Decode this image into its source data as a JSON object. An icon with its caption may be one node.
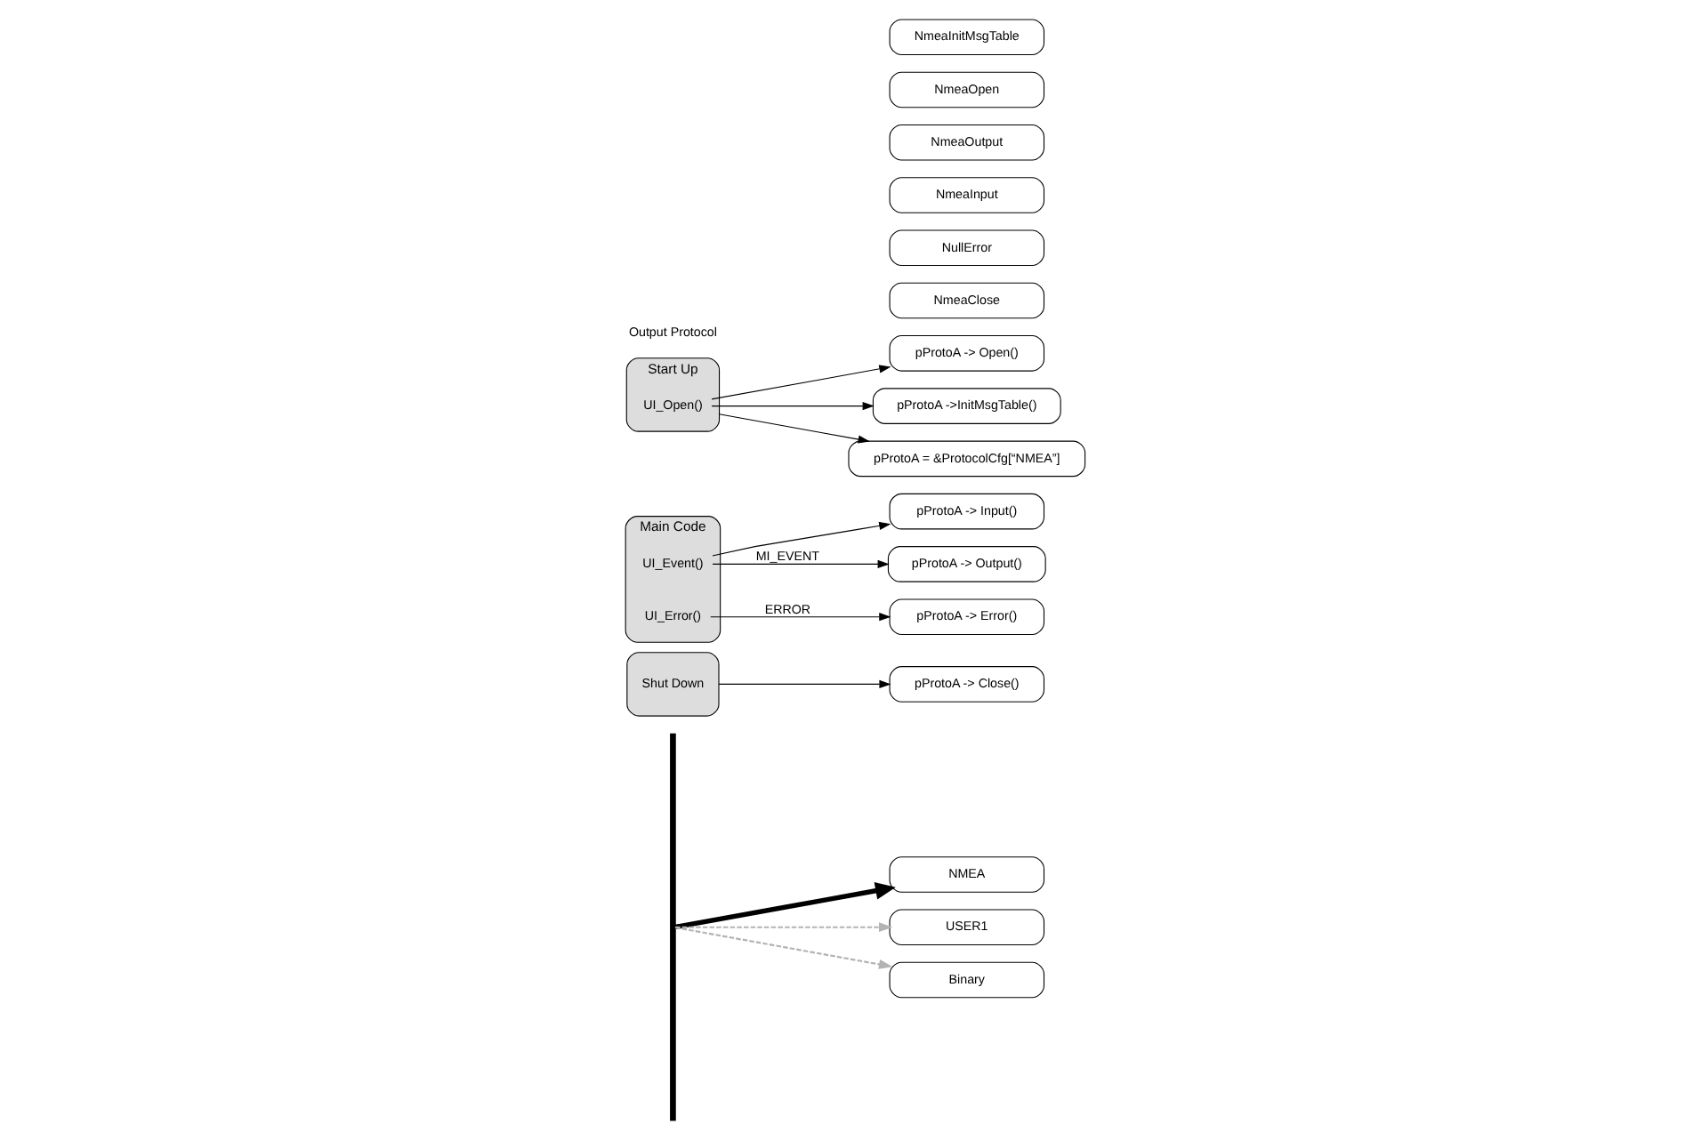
{
  "diagram": {
    "nodes": [
      {
        "text": [
          "Start Up"
        ]
      },
      {
        "text": [
          "UI_Open()"
        ],
        "in": 0
      },
      {
        "text": [
          "Main Code"
        ]
      },
      {
        "text": [
          "UI_Event()"
        ],
        "in": 2
      },
      {
        "text": [
          "UI_Error()"
        ],
        "in": 2
      },
      {
        "text": [
          "Shut Down"
        ]
      },
      {
        "text": [
          "pProtoA = &ProtocolCfg[“NMEA”]"
        ]
      },
      {
        "text": [
          "pProtoA ->InitMsgTable()"
        ]
      },
      {
        "text": [
          "pProtoA -> Open()"
        ]
      },
      {
        "text": [
          "pProtoA -> Output()"
        ]
      },
      {
        "text": [
          "pProtoA -> Input()"
        ]
      },
      {
        "text": [
          "pProtoA -> Error()"
        ]
      },
      {
        "text": [
          "pProtoA -> Close()"
        ]
      },
      {
        "text": [],
        "shape": "bracket"
      },
      {
        "text": [
          "Binary"
        ]
      },
      {
        "text": [
          "USER1"
        ]
      },
      {
        "text": [
          "NMEA"
        ]
      },
      {
        "text": [
          "NmeaInitMsgTable"
        ]
      },
      {
        "text": [
          "NmeaOpen"
        ]
      },
      {
        "text": [
          "NmeaOutput"
        ]
      },
      {
        "text": [
          "NmeaInput"
        ]
      },
      {
        "text": [
          "NullError"
        ]
      },
      {
        "text": [
          "NmeaClose"
        ]
      }
    ],
    "edges": [
      {
        "from": 0,
        "to": 6,
        "arrow": "to"
      },
      {
        "from": 1,
        "to": 7,
        "arrow": "to"
      },
      {
        "from": 1,
        "to": 8,
        "arrow": "to"
      },
      {
        "from": 3,
        "to": 9,
        "arrow": "to",
        "label": "MI_EVENT"
      },
      {
        "from": 3,
        "to": 10,
        "arrow": "to"
      },
      {
        "from": 4,
        "to": 11,
        "arrow": "to",
        "label": "ERROR"
      },
      {
        "from": 5,
        "to": 12,
        "arrow": "to"
      },
      {
        "from": 13,
        "to": 14,
        "arrow": "to",
        "style": "dashed",
        "color": "#b3b3b3"
      },
      {
        "from": 13,
        "to": 15,
        "arrow": "to",
        "style": "dashed",
        "color": "#b3b3b3"
      },
      {
        "from": 13,
        "to": 16,
        "arrow": "to",
        "style": "thick"
      }
    ],
    "labels": [
      "Output Protocol"
    ]
  }
}
